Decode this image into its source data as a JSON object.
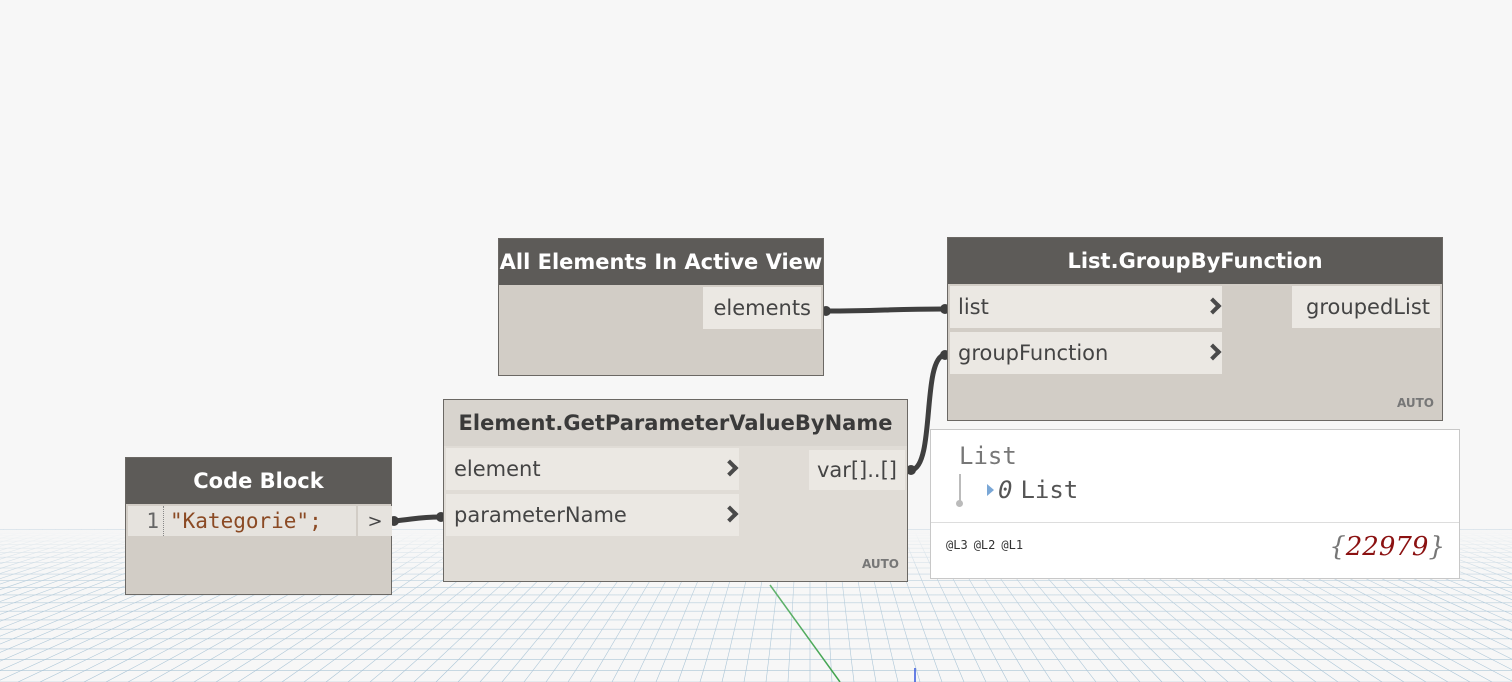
{
  "nodes": {
    "all_elements": {
      "title": "All Elements In Active View",
      "outputs": [
        "elements"
      ]
    },
    "group_by": {
      "title": "List.GroupByFunction",
      "inputs": [
        "list",
        "groupFunction"
      ],
      "outputs": [
        "groupedList"
      ],
      "lacing": "AUTO"
    },
    "get_param": {
      "title": "Element.GetParameterValueByName",
      "inputs": [
        "element",
        "parameterName"
      ],
      "outputs": [
        "var[]..[]"
      ],
      "lacing": "AUTO"
    },
    "code_block": {
      "title": "Code Block",
      "line_number": "1",
      "code": "\"Kategorie\";",
      "output_symbol": ">"
    }
  },
  "preview": {
    "title": "List",
    "items": [
      {
        "index": "0",
        "label": "List"
      }
    ],
    "levels": [
      "@L3",
      "@L2",
      "@L1"
    ],
    "count": "22979",
    "brace_open": "{",
    "brace_close": "}"
  },
  "colors": {
    "header": "#5d5b58",
    "node_body": "#d2cdc6",
    "wire": "#3f3f3f",
    "grid": "#a9c4d6",
    "count": "#8b1111"
  }
}
